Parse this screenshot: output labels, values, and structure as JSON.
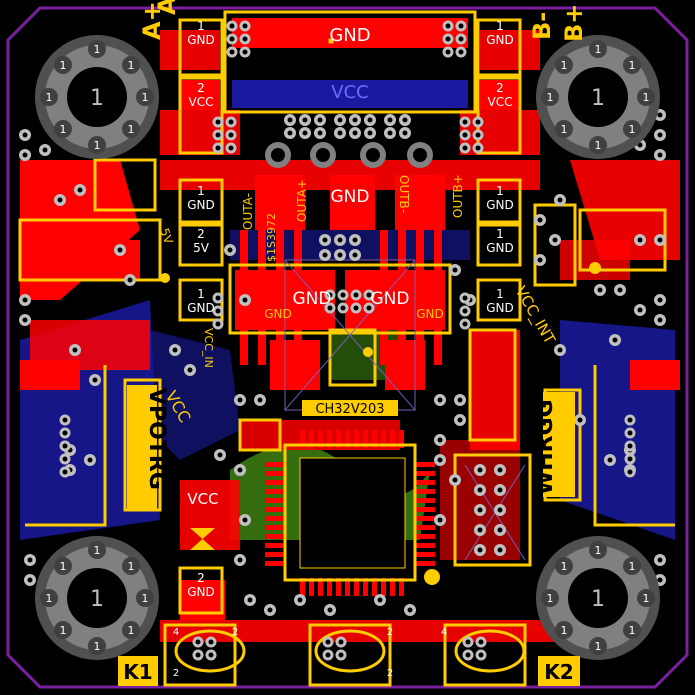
{
  "board": {
    "colors": {
      "background": "#000000",
      "outline": "#7a1fa0",
      "top_copper": "#ff0000",
      "bottom_copper": "#1a1aa0",
      "silkscreen": "#ffcc00",
      "pad": "#c0c0c0",
      "hole": "#000000",
      "mounting_pad": "#808080",
      "inner_layer": "#3a7a10",
      "via_overlay": "#8060c0"
    },
    "mounting_holes": [
      {
        "name": "mount-hole-top-left",
        "label": "1"
      },
      {
        "name": "mount-hole-top-right",
        "label": "1"
      },
      {
        "name": "mount-hole-bottom-left",
        "label": "1"
      },
      {
        "name": "mount-hole-bottom-right",
        "label": "1"
      }
    ],
    "hole_ring_numbers": [
      "1",
      "1"
    ],
    "connector_labels": {
      "a_minus": "A-",
      "a_plus": "A+",
      "b_minus": "B-",
      "b_plus": "B+",
      "k1": "K1",
      "k2": "K2"
    },
    "net_labels": {
      "gnd_top_bar": "GND",
      "vcc_bar": "VCC",
      "gnd_center": "GND",
      "gnd_mid_left": "GND",
      "gnd_mid_right": "GND",
      "gnd_small_left": "GND",
      "gnd_small_right": "GND",
      "outa_minus": "OUTA-",
      "outa_plus": "OUTA+",
      "outb_minus": "OUTB-",
      "outb_plus": "OUTB+",
      "vcc_in": "VCC_IN",
      "vcc_int": "VCC_INT",
      "five_v": "5V",
      "vcc_vert": "VCC",
      "vcc_bottom": "VCC",
      "part_code": "$1S3972"
    },
    "pad_labels": [
      {
        "num": "1",
        "net": "GND"
      },
      {
        "num": "1",
        "net": "GND"
      },
      {
        "num": "2",
        "net": "VCC"
      },
      {
        "num": "2",
        "net": "VCC"
      },
      {
        "num": "1",
        "net": "GND"
      },
      {
        "num": "1",
        "net": "GND"
      },
      {
        "num": "2",
        "net": "5V"
      },
      {
        "num": "1",
        "net": "GND"
      },
      {
        "num": "1",
        "net": "GND"
      },
      {
        "num": "2",
        "net": "GND"
      },
      {
        "num": "1",
        "net": "GND"
      }
    ],
    "ic_label": "CH32V203",
    "silk_vertical_left": "VPOTRG",
    "silk_vertical_right": "WHRGG",
    "jumper_numbers": {
      "n4_a": "4",
      "n2_a": "2",
      "n4_b": "4",
      "n2_b": "2",
      "n2_c": "2",
      "n2_d": "2"
    }
  }
}
